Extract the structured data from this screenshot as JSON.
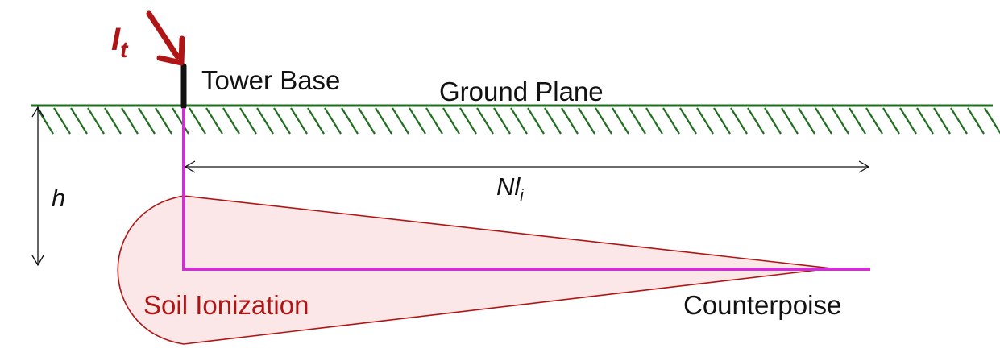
{
  "labels": {
    "current": "I",
    "current_subscript": "t",
    "tower_base": "Tower Base",
    "ground_plane": "Ground Plane",
    "distance": "Nl",
    "distance_subscript": "i",
    "depth": "h",
    "soil_ionization": "Soil Ionization",
    "counterpoise": "Counterpoise"
  },
  "colors": {
    "ground": "#1f6f1f",
    "current_arrow": "#b01515",
    "tower": "#111111",
    "counterpoise": "#cc33cc",
    "ionization_stroke": "#b01515",
    "ionization_fill": "#fbe7e7",
    "dimension": "#111111",
    "ionization_text": "#b01515"
  }
}
